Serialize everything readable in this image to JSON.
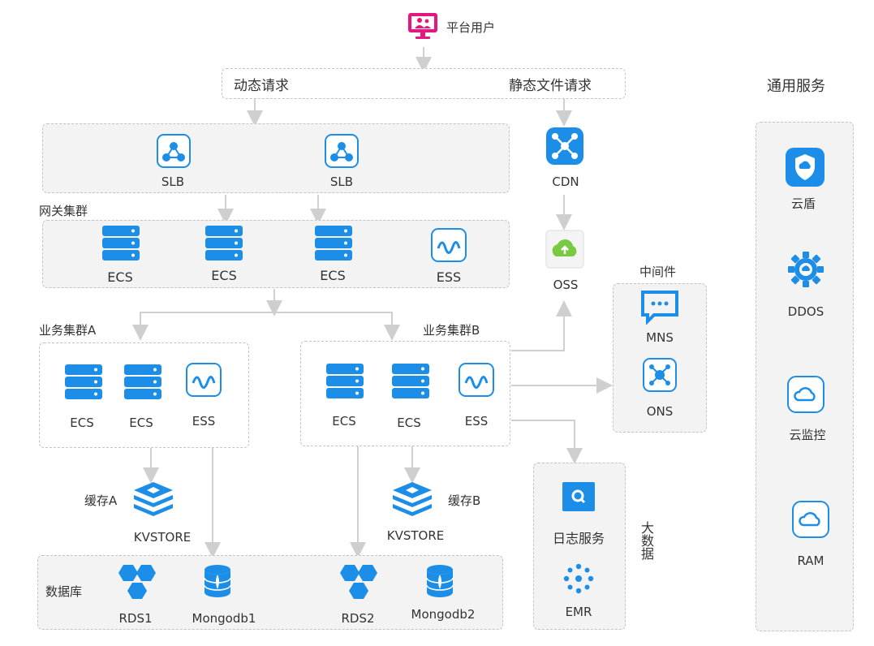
{
  "diagram": {
    "user_label": "平台用户",
    "dynamic_request": "动态请求",
    "static_request": "静态文件请求",
    "common_services_title": "通用服务",
    "slb1": "SLB",
    "slb2": "SLB",
    "cdn": "CDN",
    "oss": "OSS",
    "gateway_cluster": "网关集群",
    "gw_ecs1": "ECS",
    "gw_ecs2": "ECS",
    "gw_ecs3": "ECS",
    "gw_ess": "ESS",
    "middleware_title": "中间件",
    "mns": "MNS",
    "ons": "ONS",
    "cluster_a": "业务集群A",
    "cluster_b": "业务集群B",
    "a_ecs1": "ECS",
    "a_ecs2": "ECS",
    "a_ess": "ESS",
    "b_ecs1": "ECS",
    "b_ecs2": "ECS",
    "b_ess": "ESS",
    "cache_a": "缓存A",
    "cache_b": "缓存B",
    "kvstore_a": "KVSTORE",
    "kvstore_b": "KVSTORE",
    "database": "数据库",
    "rds1": "RDS1",
    "mongodb1": "Mongodb1",
    "rds2": "RDS2",
    "mongodb2": "Mongodb2",
    "log_service": "日志服务",
    "emr": "EMR",
    "big_data": "大数据",
    "yundun": "云盾",
    "ddos": "DDOS",
    "cloud_monitor": "云监控",
    "ram": "RAM"
  },
  "colors": {
    "primary_blue": "#1d8ee8",
    "user_pink": "#e5177e",
    "oss_green": "#7ac943",
    "box_fill": "#f3f3f3",
    "box_border": "#c4c4c4",
    "arrow": "#cfcfcf"
  }
}
